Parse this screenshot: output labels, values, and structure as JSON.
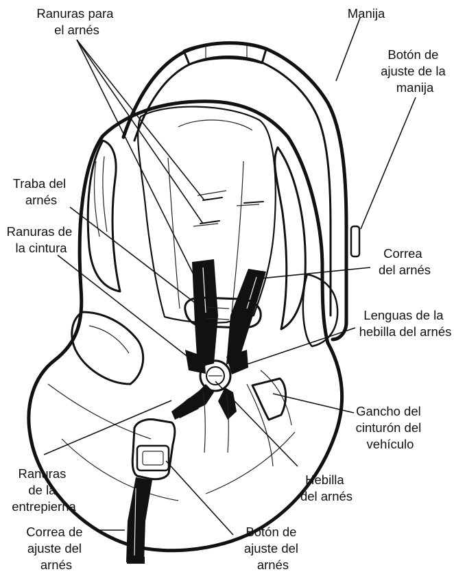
{
  "labels": {
    "harness_slots": [
      "Ranuras para",
      "el arnés"
    ],
    "handle": [
      "Manija"
    ],
    "handle_button": [
      "Botón de",
      "ajuste de la",
      "manija"
    ],
    "harness_retainer": [
      "Traba del",
      "arnés"
    ],
    "waist_slots": [
      "Ranuras de",
      "la cintura"
    ],
    "harness_strap": [
      "Correa",
      "del arnés"
    ],
    "buckle_tongues": [
      "Lenguas de la",
      "hebilla del arnés"
    ],
    "belt_hook": [
      "Gancho del",
      "cinturón del",
      "vehículo"
    ],
    "crotch_slots": [
      "Ranuras",
      "de la",
      "entrepierna"
    ],
    "buckle": [
      "Hebilla",
      "del arnés"
    ],
    "adjust_button": [
      "Botón de",
      "ajuste del",
      "arnés"
    ],
    "adjust_strap": [
      "Correa de",
      "ajuste del",
      "arnés"
    ]
  }
}
